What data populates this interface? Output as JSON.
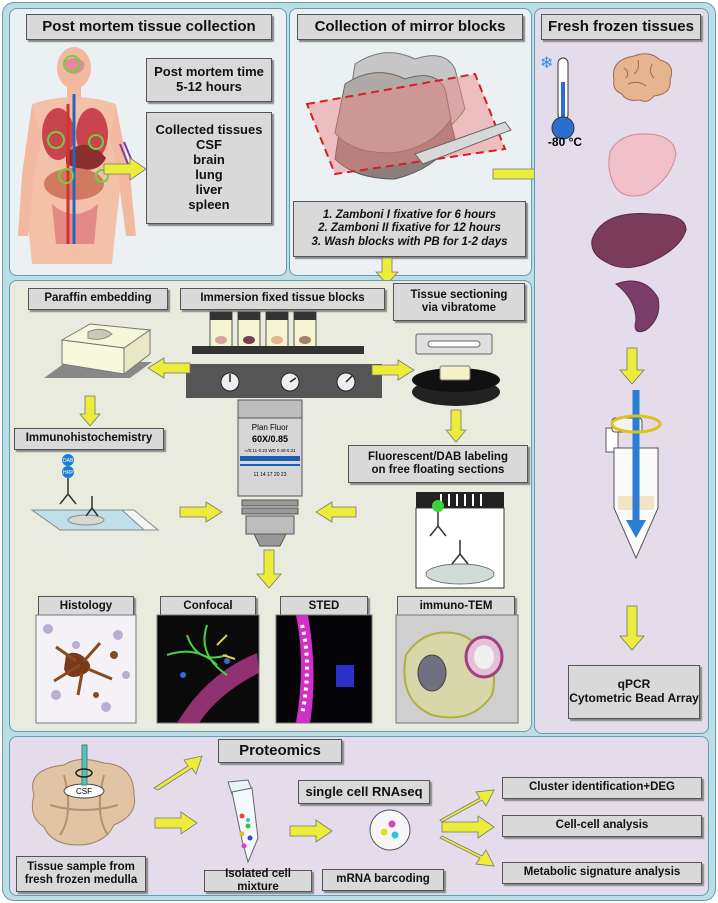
{
  "panels": {
    "post_mortem": {
      "title": "Post mortem tissue collection",
      "time_box": [
        "Post mortem time",
        "5-12 hours"
      ],
      "collected_title": "Collected tissues",
      "collected_items": [
        "CSF",
        "brain",
        "lung",
        "liver",
        "spleen"
      ]
    },
    "mirror_blocks": {
      "title": "Collection of mirror blocks",
      "steps": [
        "1. Zamboni I fixative for 6 hours",
        "2. Zamboni II fixative for 12 hours",
        "3. Wash blocks with PB for 1-2 days"
      ]
    },
    "fresh_frozen": {
      "title": "Fresh frozen tissues",
      "temperature": "-80 °C",
      "assays": [
        "qPCR",
        "Cytometric Bead Array"
      ]
    },
    "fixed": {
      "paraffin": "Paraffin embedding",
      "immersion": "Immersion fixed tissue blocks",
      "vibratome": [
        "Tissue sectioning",
        "via vibratome"
      ],
      "ihc": "Immunohistochemistry",
      "dab_label": "DAB",
      "hrp_label": "HRP",
      "fluorescent": [
        "Fluorescent/DAB labeling",
        "on free floating sections"
      ],
      "objective": [
        "Plan Fluor",
        "60X/0.85",
        "∞/0.11-0.23  WD 0.40-0.31",
        "11 14 17 20 23"
      ],
      "imaging": [
        "Histology",
        "Confocal",
        "STED",
        "immuno-TEM"
      ]
    },
    "bottom": {
      "proteomics": "Proteomics",
      "scrnaseq": "single cell RNAseq",
      "csf_label": "CSF",
      "tissue_sample": [
        "Tissue sample from",
        "fresh frozen medulla"
      ],
      "isolated": "Isolated cell mixture",
      "barcoding": "mRNA barcoding",
      "analyses": [
        "Cluster identification+DEG",
        "Cell-cell analysis",
        "Metabolic signature analysis"
      ]
    }
  },
  "colors": {
    "outer_bg": "#bcdde5",
    "panel_bg": "#ebf0f3",
    "right_panel_bg": "#e4dcea",
    "middle_panel_bg": "#e9ebdf",
    "arrow": "#ecec3a",
    "box": "#d9d9d9"
  }
}
